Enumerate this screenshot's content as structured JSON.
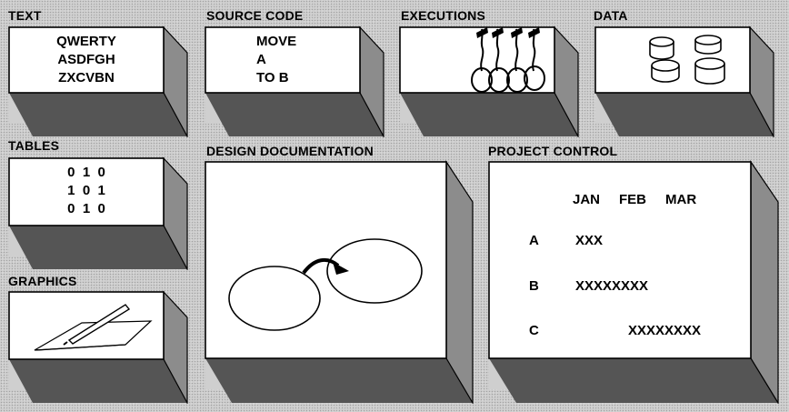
{
  "panels": {
    "text": {
      "title": "TEXT",
      "lines": [
        "QWERTY",
        "ASDFGH",
        "ZXCVBN"
      ]
    },
    "source_code": {
      "title": "SOURCE CODE",
      "lines": [
        "MOVE",
        "A",
        "TO B"
      ]
    },
    "executions": {
      "title": "EXECUTIONS"
    },
    "data": {
      "title": "DATA"
    },
    "tables": {
      "title": "TABLES",
      "rows": [
        "0  1  0",
        "1  0  1",
        "0  1  0"
      ]
    },
    "graphics": {
      "title": "GRAPHICS"
    },
    "design_documentation": {
      "title": "DESIGN DOCUMENTATION"
    },
    "project_control": {
      "title": "PROJECT CONTROL",
      "months": [
        "JAN",
        "FEB",
        "MAR"
      ],
      "rows": [
        {
          "label": "A",
          "bar": "XXX"
        },
        {
          "label": "B",
          "bar": "XXXXXXXX"
        },
        {
          "label": "C",
          "bar": "XXXXXXXX"
        }
      ]
    }
  }
}
